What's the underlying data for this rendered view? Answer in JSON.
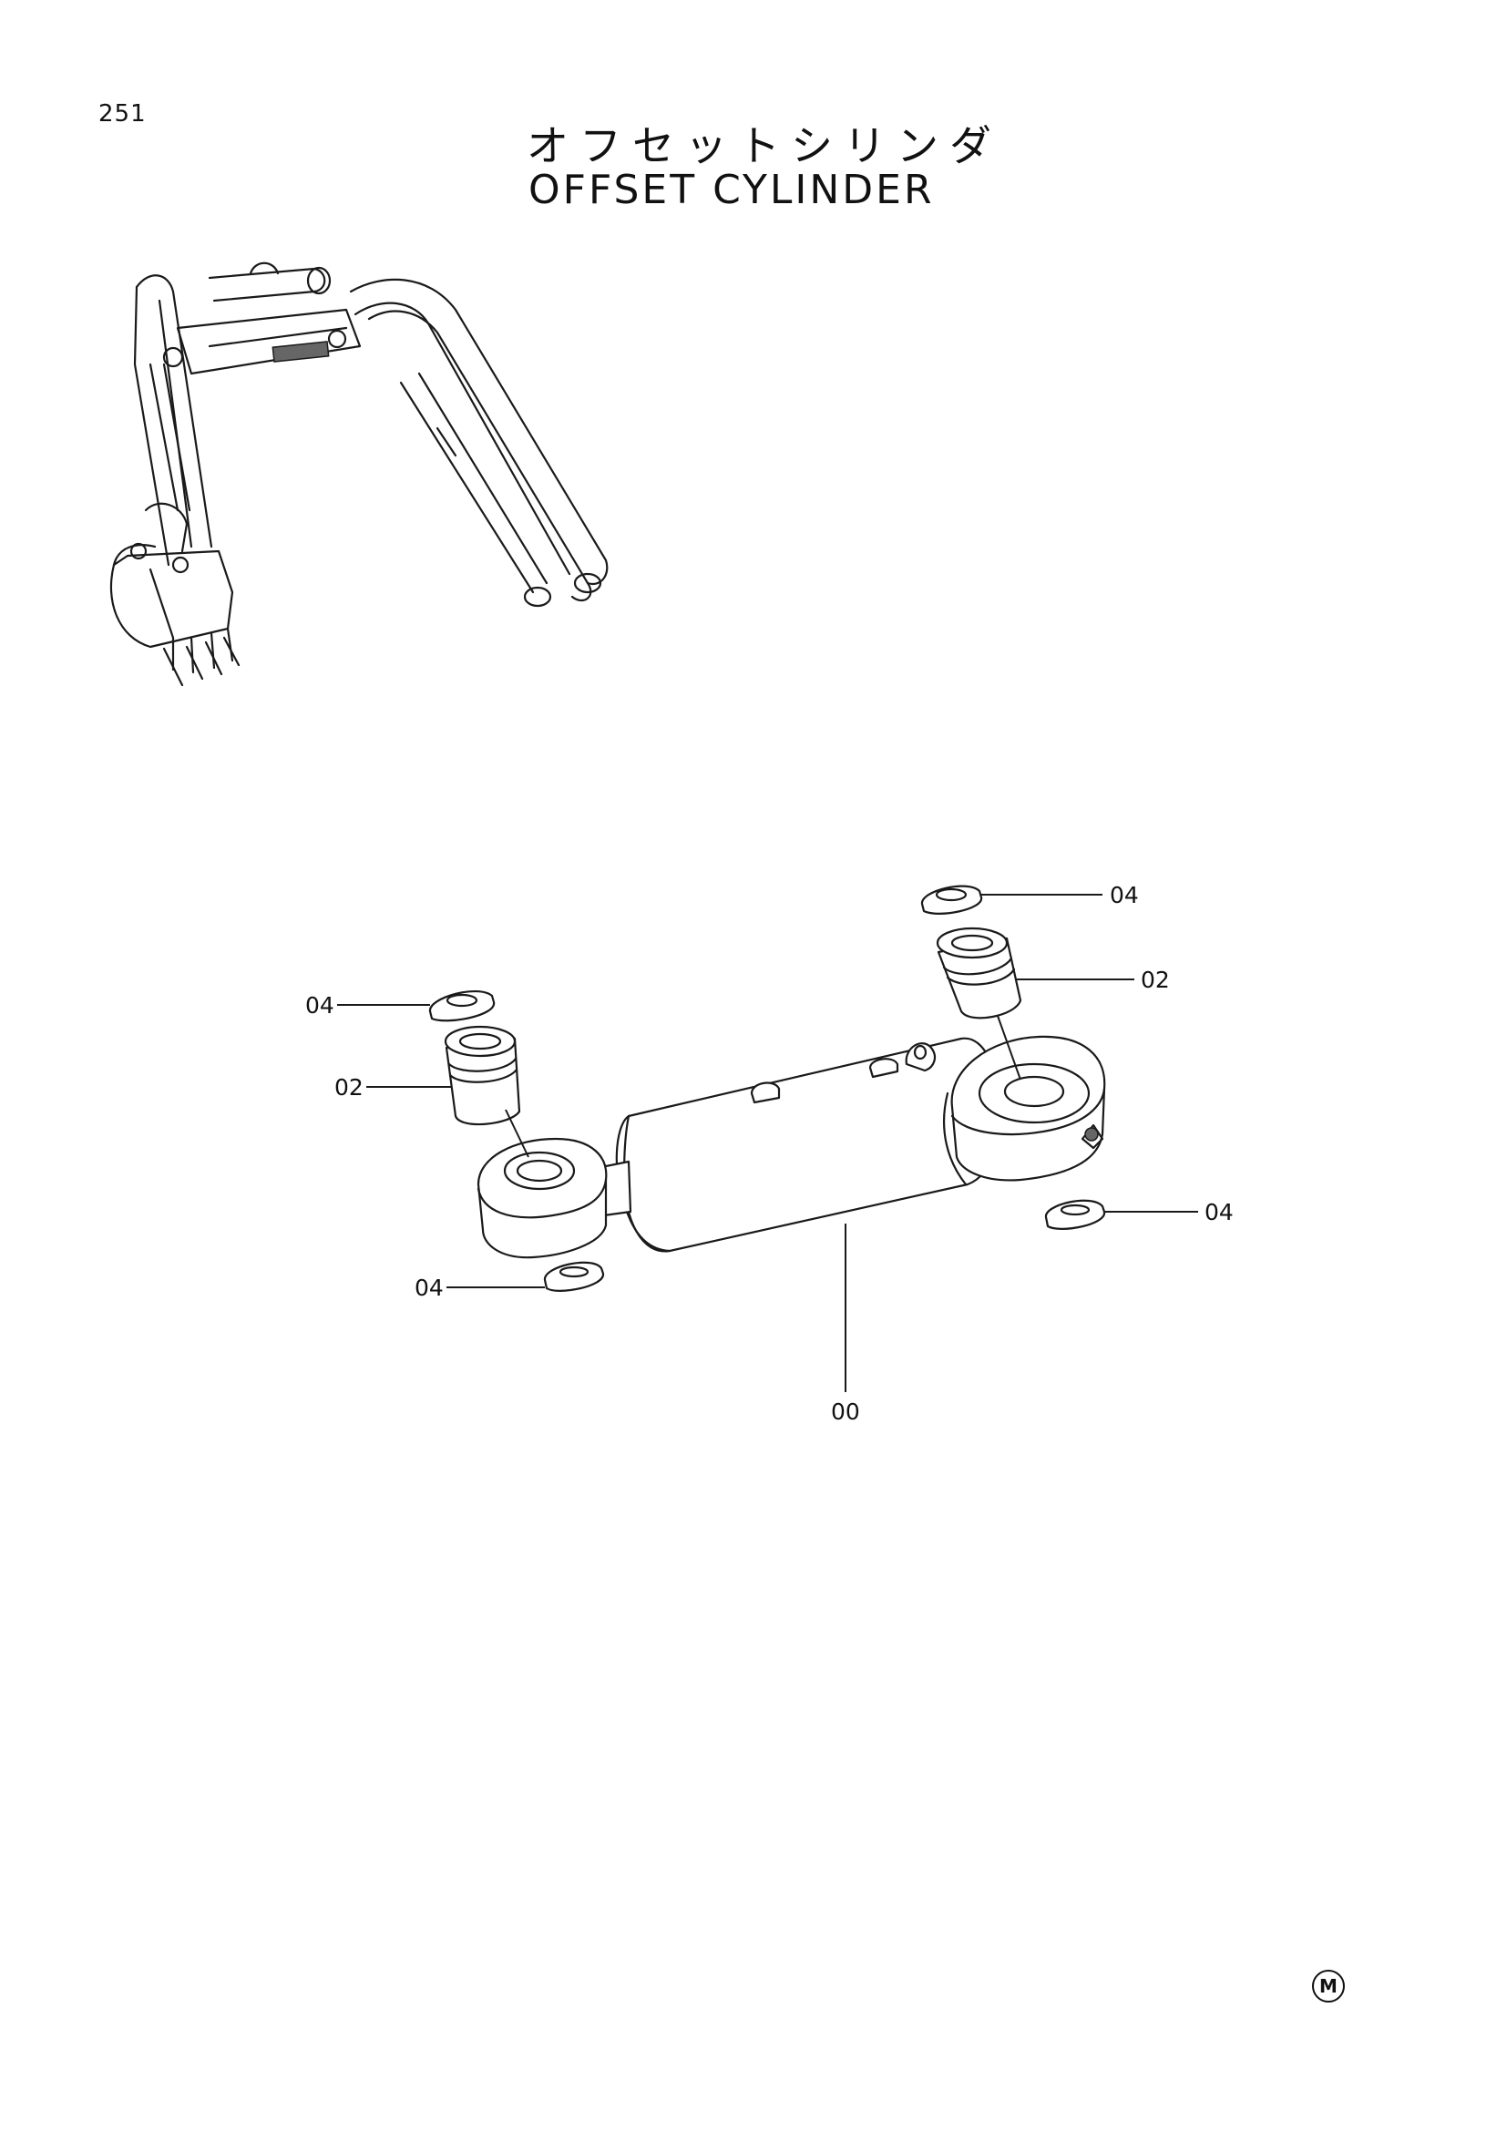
{
  "page": {
    "number": "251",
    "title_jp": "オフセットシリンダ",
    "title_en": "OFFSET CYLINDER",
    "mark": "M"
  },
  "callouts": {
    "washer_top_right": "04",
    "bushing_right": "02",
    "washer_left_top": "04",
    "bushing_left": "02",
    "washer_right_bottom": "04",
    "washer_left_bottom": "04",
    "cylinder_assembly": "00"
  }
}
